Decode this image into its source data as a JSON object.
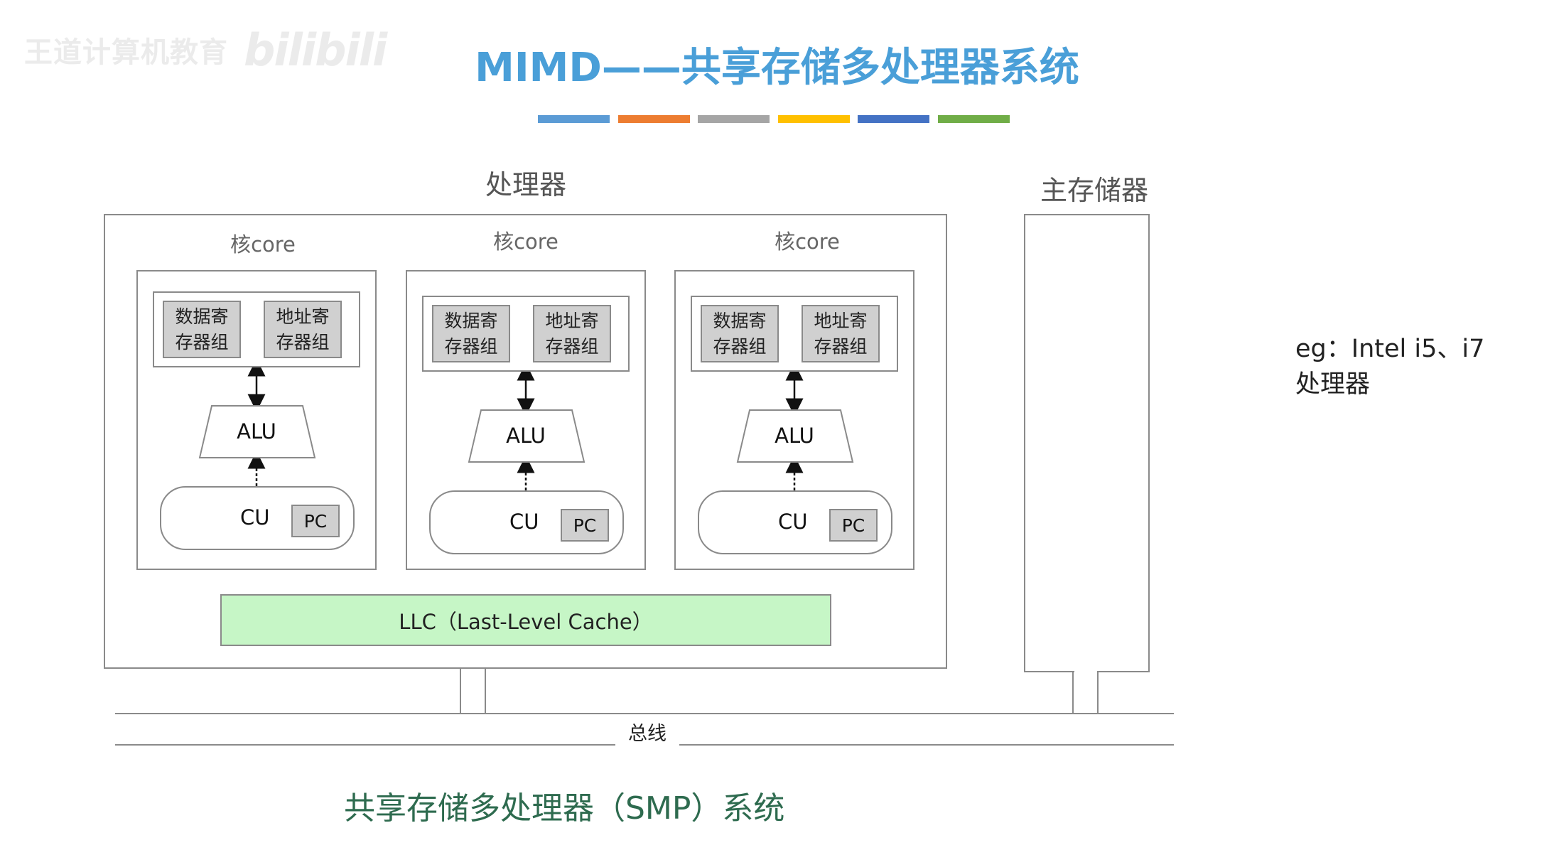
{
  "watermark": {
    "text": "王道计算机教育",
    "logo": "bilibili"
  },
  "title": "MIMD——共享存储多处理器系统",
  "title_bar_colors": [
    "#5b9bd5",
    "#ed7d31",
    "#a5a5a5",
    "#ffc000",
    "#4472c4",
    "#70ad47"
  ],
  "processor_label": "处理器",
  "memory_label": "主存储器",
  "cores": [
    {
      "label": "核core",
      "reg_data": [
        "数据寄",
        "存器组"
      ],
      "reg_addr": [
        "地址寄",
        "存器组"
      ],
      "alu": "ALU",
      "cu": "CU",
      "pc": "PC"
    },
    {
      "label": "核core",
      "reg_data": [
        "数据寄",
        "存器组"
      ],
      "reg_addr": [
        "地址寄",
        "存器组"
      ],
      "alu": "ALU",
      "cu": "CU",
      "pc": "PC"
    },
    {
      "label": "核core",
      "reg_data": [
        "数据寄",
        "存器组"
      ],
      "reg_addr": [
        "地址寄",
        "存器组"
      ],
      "alu": "ALU",
      "cu": "CU",
      "pc": "PC"
    }
  ],
  "llc_label": "LLC（Last-Level Cache）",
  "bus_label": "总线",
  "example": {
    "line1": "eg：Intel i5、i7",
    "line2": "处理器"
  },
  "caption": "共享存储多处理器（SMP）系统",
  "colors": {
    "title": "#4a9fd8",
    "llc_fill": "#c6f6c6",
    "register_fill": "#d0d0d0",
    "caption": "#2e6b4f",
    "border": "#8a8a8a"
  }
}
